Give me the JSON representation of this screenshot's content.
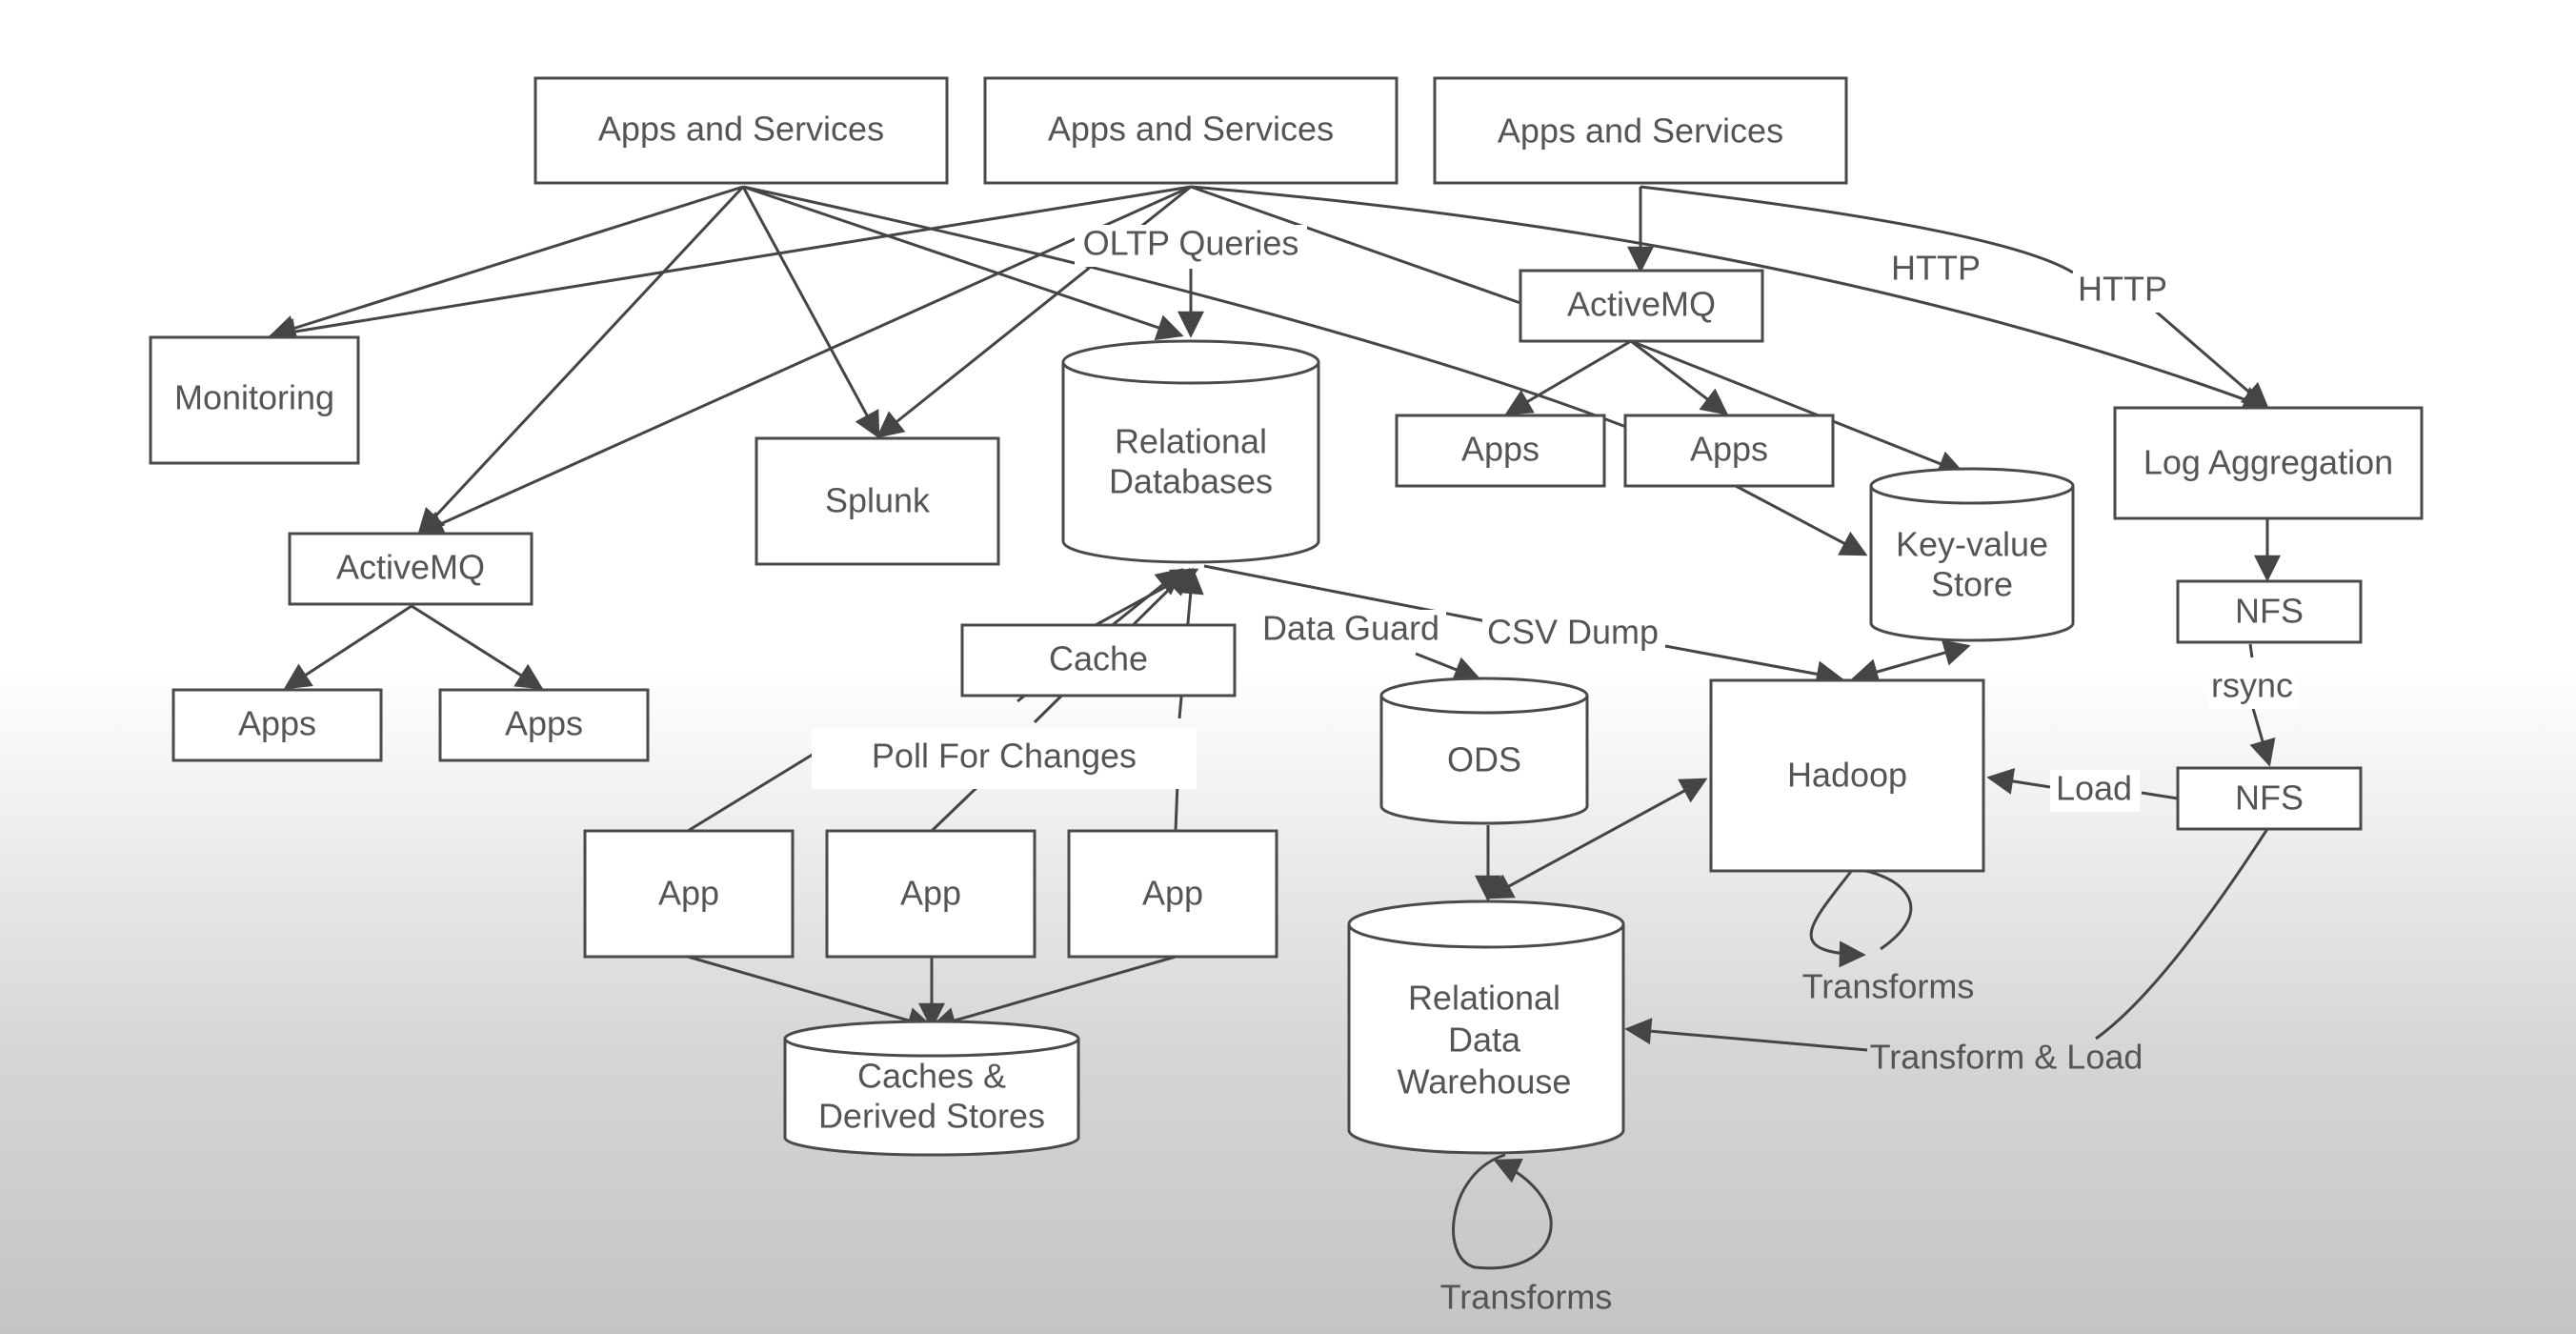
{
  "nodes": {
    "apps_services_1": "Apps and Services",
    "apps_services_2": "Apps and Services",
    "apps_services_3": "Apps and Services",
    "monitoring": "Monitoring",
    "activemq_left": "ActiveMQ",
    "apps_left_1": "Apps",
    "apps_left_2": "Apps",
    "splunk": "Splunk",
    "relational_db": [
      "Relational",
      "Databases"
    ],
    "cache": "Cache",
    "activemq_right": "ActiveMQ",
    "apps_mid_1": "Apps",
    "apps_mid_2": "Apps",
    "kv_store": [
      "Key-value",
      "Store"
    ],
    "log_aggregation": "Log Aggregation",
    "nfs_top": "NFS",
    "nfs_bottom": "NFS",
    "hadoop": "Hadoop",
    "ods": "ODS",
    "app_1": "App",
    "app_2": "App",
    "app_3": "App",
    "caches_derived": [
      "Caches &",
      "Derived Stores"
    ],
    "data_warehouse": [
      "Relational",
      "Data",
      "Warehouse"
    ]
  },
  "edge_labels": {
    "oltp_queries": "OLTP Queries",
    "http_1": "HTTP",
    "http_2": "HTTP",
    "data_guard": "Data Guard",
    "csv_dump": "CSV Dump",
    "poll_for_changes": "Poll For Changes",
    "rsync": "rsync",
    "load": "Load",
    "transform_and_load": "Transform & Load",
    "transforms_hadoop": "Transforms",
    "transforms_warehouse": "Transforms"
  },
  "colors": {
    "background": "#ffffff",
    "stroke": "#4a4a4a",
    "text": "#555555"
  }
}
